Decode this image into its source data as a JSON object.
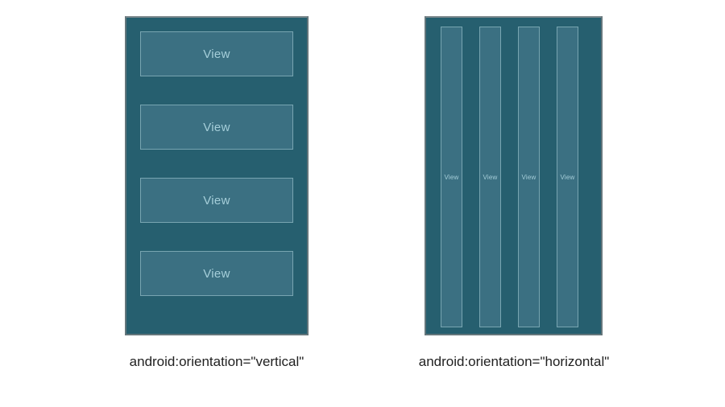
{
  "figure": {
    "vertical": {
      "caption": "android:orientation=\"vertical\"",
      "views": [
        {
          "label": "View"
        },
        {
          "label": "View"
        },
        {
          "label": "View"
        },
        {
          "label": "View"
        }
      ]
    },
    "horizontal": {
      "caption": "android:orientation=\"horizontal\"",
      "views": [
        {
          "label": "View"
        },
        {
          "label": "View"
        },
        {
          "label": "View"
        },
        {
          "label": "View"
        }
      ]
    }
  },
  "colors": {
    "panel_bg": "#265f6f",
    "panel_border": "#64767b",
    "panel_border_top": "#7e8a8e",
    "view_fill": "#3b7082",
    "view_border": "#78a5b1",
    "view_text": "#a5ced9",
    "caption_text": "#212121",
    "page_bg": "#ffffff"
  }
}
